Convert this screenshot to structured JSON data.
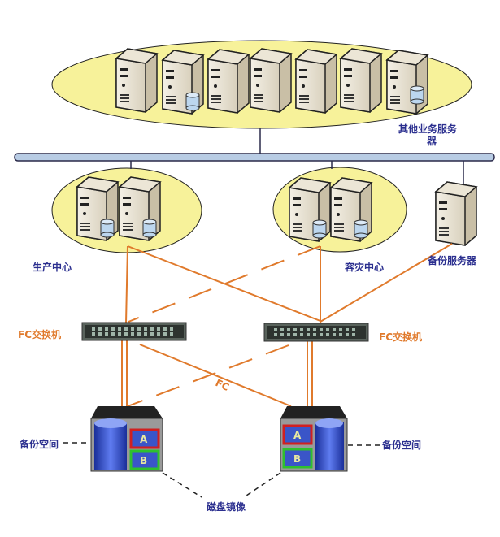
{
  "labels": {
    "other_servers_line1": "其他业务服务",
    "other_servers_line2": "器",
    "production_center": "生产中心",
    "dr_center": "容灾中心",
    "backup_server": "备份服务器",
    "fc_switch_left": "FC交换机",
    "fc_switch_right": "FC交换机",
    "fc": "FC",
    "backup_space_left": "备份空间",
    "backup_space_right": "备份空间",
    "disk_mirror": "磁盘镜像",
    "volume_a": "A",
    "volume_b": "B"
  },
  "colors": {
    "group_fill": "#f7f29a",
    "bus": "#b8cce4",
    "fc_link": "#e07a2c",
    "label_blue": "#2b2f8f",
    "label_orange": "#e07a2c",
    "disk": "#2f48c8"
  },
  "icons": [
    "server-icon",
    "database-icon",
    "fc-switch-icon",
    "storage-array-icon"
  ]
}
